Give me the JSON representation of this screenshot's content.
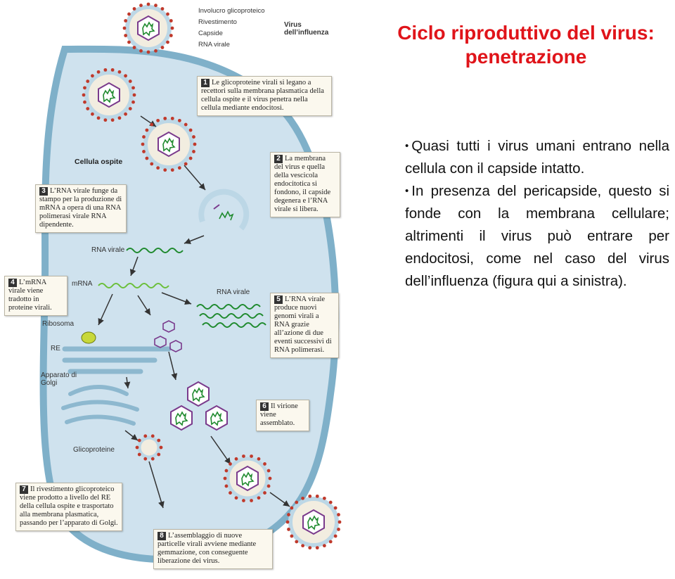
{
  "slide": {
    "title": "Ciclo riproduttivo del virus: penetrazione",
    "bullets": [
      "Quasi tutti i virus umani entrano nella cellula con il capside intatto.",
      "In presenza del pericapside, questo si fonde con la membrana cellulare; altrimenti il virus può entrare per endocitosi, come nel caso del virus dell’influenza (figura qui a sinistra)."
    ]
  },
  "figure": {
    "legend": {
      "items": [
        "Involucro glicoproteico",
        "Rivestimento",
        "Capside",
        "RNA virale"
      ],
      "title": "Virus dell’influenza"
    },
    "labels": {
      "host_cell": "Cellula ospite",
      "viral_rna_1": "RNA virale",
      "mrna": "mRNA",
      "viral_rna_2": "RNA virale",
      "ribosome": "Ribosoma",
      "er": "RE",
      "golgi": "Apparato di Golgi",
      "glycoproteins": "Glicoproteine"
    },
    "steps": [
      {
        "num": "1",
        "text": "Le glicoproteine virali si legano a recettori sulla membrana plasmatica della cellula ospite e il virus penetra nella cellula mediante endocitosi."
      },
      {
        "num": "2",
        "text": "La membrana del virus e quella della vescicola endocitotica si fondono, il capside degenera e l’RNA virale si libera."
      },
      {
        "num": "3",
        "text": "L’RNA virale funge da stampo per la produzione di mRNA a opera di una RNA polimerasi virale RNA dipendente."
      },
      {
        "num": "4",
        "text": "L’mRNA virale viene tradotto in proteine virali."
      },
      {
        "num": "5",
        "text": "L’RNA virale produce nuovi genomi virali a RNA grazie all’azione di due eventi successivi di RNA polimerasi."
      },
      {
        "num": "6",
        "text": "Il virione viene assemblato."
      },
      {
        "num": "7",
        "text": "Il rivestimento glicoproteico viene prodotto a livello del RE della cellula ospite e trasportato alla membrana plasmatica, passando per l’apparato di Golgi."
      },
      {
        "num": "8",
        "text": "L’assemblaggio di nuove particelle virali avviene mediante gemmazione, con conseguente liberazione dei virus."
      }
    ]
  }
}
